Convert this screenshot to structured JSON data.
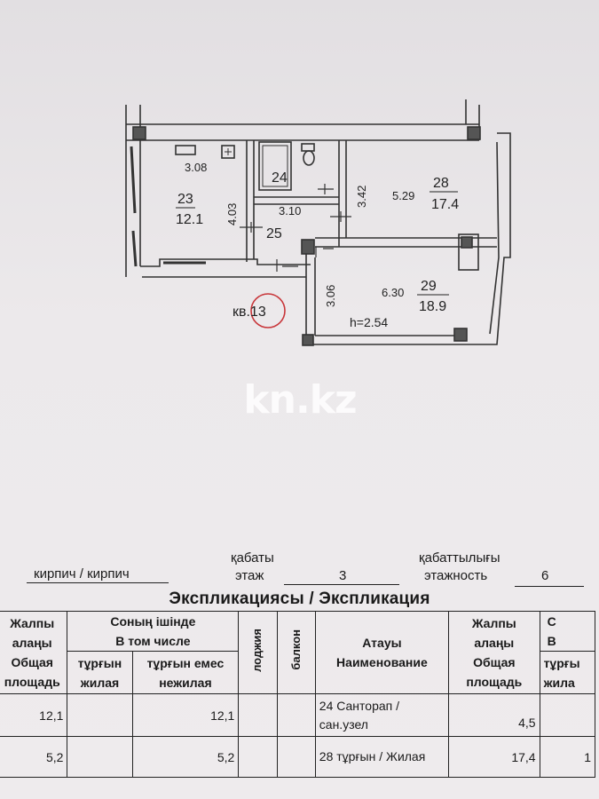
{
  "plan": {
    "apartment_label": "кв.13",
    "ceiling_height": "h=2.54",
    "rooms": [
      {
        "number": "23",
        "area": "12.1",
        "dim_a": "3.08",
        "dim_b": "4.03"
      },
      {
        "number": "24",
        "dim_a": "3.10"
      },
      {
        "number": "25"
      },
      {
        "number": "28",
        "area": "17.4",
        "dim_a": "5.29",
        "dim_b": "3.42"
      },
      {
        "number": "29",
        "area": "18.9",
        "dim_a": "6.30",
        "dim_b": "3.06"
      }
    ]
  },
  "watermark": "kn.kz",
  "meta": {
    "material": "кирпич / кирпич",
    "floor_label_kz": "қабаты",
    "floor_label_ru": "этаж",
    "floor_value": "3",
    "storeys_label_kz": "қабаттылығы",
    "storeys_label_ru": "этажность",
    "storeys_value": "6"
  },
  "explication": {
    "title": "Экспликациясы / Экспликация",
    "headers": {
      "total_area": [
        "Жалпы",
        "алаңы",
        "Общая",
        "площадь"
      ],
      "incl": [
        "Соның ішінде",
        "В том числе"
      ],
      "living": [
        "тұрғын",
        "жилая"
      ],
      "non_living": [
        "тұрғын емес",
        "нежилая"
      ],
      "loggia": "лоджия",
      "balcony": "балкон",
      "name": [
        "Атауы",
        "Наименование"
      ],
      "total_area2": [
        "Жалпы",
        "алаңы",
        "Общая",
        "площадь"
      ],
      "cut1": [
        "С",
        "В"
      ],
      "cut2": [
        "тұрғы",
        "жила"
      ]
    },
    "rows": [
      {
        "total": "12,1",
        "non_living": "12,1",
        "name_a": "24  Санторап /",
        "name_b": "сан.узел",
        "total2": "4,5"
      },
      {
        "total": "5,2",
        "non_living": "5,2",
        "name_a": "28  тұрғын / Жилая",
        "total2": "17,4",
        "living2_cut": "1"
      }
    ]
  }
}
